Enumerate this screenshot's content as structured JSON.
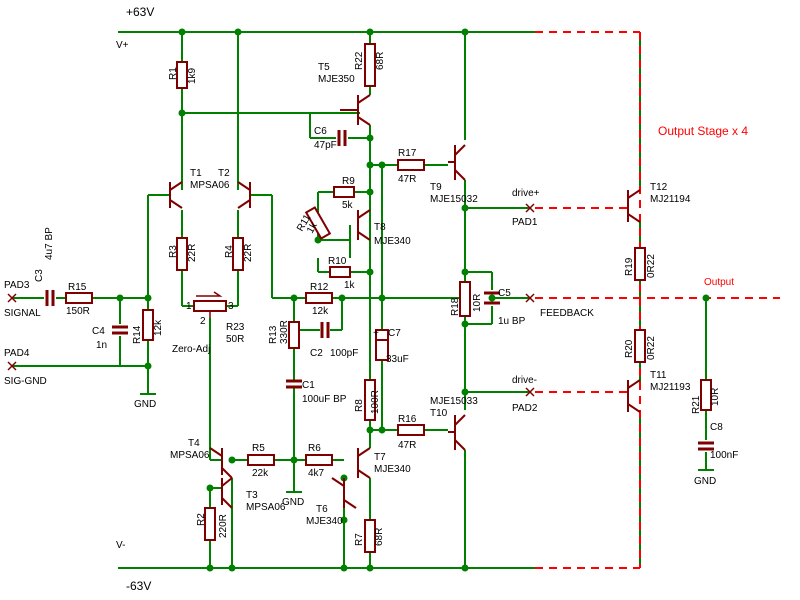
{
  "rails": {
    "positive": "+63V",
    "negative": "-63V",
    "v_plus": "V+",
    "v_minus": "V-"
  },
  "output_stage_title": "Output Stage  x 4",
  "output_label": "Output",
  "pads": {
    "pad3": "PAD3",
    "signal": "SIGNAL",
    "pad4": "PAD4",
    "sig_gnd": "SIG-GND",
    "pad1": "PAD1",
    "pad2": "PAD2",
    "drive_plus": "drive+",
    "drive_minus": "drive-",
    "feedback": "FEEDBACK",
    "zero_adj": "Zero-Adj"
  },
  "gnd": "GND",
  "components": {
    "r1": {
      "ref": "R1",
      "value": "1k9"
    },
    "r2": {
      "ref": "R2",
      "value": "220R"
    },
    "r3": {
      "ref": "R3",
      "value": "22R"
    },
    "r4": {
      "ref": "R4",
      "value": "22R"
    },
    "r5": {
      "ref": "R5",
      "value": "22k"
    },
    "r6": {
      "ref": "R6",
      "value": "4k7"
    },
    "r7": {
      "ref": "R7",
      "value": "68R"
    },
    "r8": {
      "ref": "R8",
      "value": "100R"
    },
    "r9": {
      "ref": "R9",
      "value": "5k"
    },
    "r10": {
      "ref": "R10",
      "value": "1k"
    },
    "r11": {
      "ref": "R11",
      "value": "1k"
    },
    "r12": {
      "ref": "R12",
      "value": "12k"
    },
    "r13": {
      "ref": "R13",
      "value": "330R"
    },
    "r14": {
      "ref": "R14",
      "value": "12k"
    },
    "r15": {
      "ref": "R15",
      "value": "150R"
    },
    "r16": {
      "ref": "R16",
      "value": "47R"
    },
    "r17": {
      "ref": "R17",
      "value": "47R"
    },
    "r18": {
      "ref": "R18",
      "value": "10R"
    },
    "r19": {
      "ref": "R19",
      "value": "0R22"
    },
    "r20": {
      "ref": "R20",
      "value": "0R22"
    },
    "r21": {
      "ref": "R21",
      "value": "10R"
    },
    "r22": {
      "ref": "R22",
      "value": "68R"
    },
    "r23": {
      "ref": "R23",
      "value": "50R"
    },
    "c1": {
      "ref": "C1",
      "value": "100uF BP"
    },
    "c2": {
      "ref": "C2",
      "value": "100pF"
    },
    "c3": {
      "ref": "C3",
      "value": "4u7 BP"
    },
    "c4": {
      "ref": "C4",
      "value": "1n"
    },
    "c5": {
      "ref": "C5",
      "value": "1u BP"
    },
    "c6": {
      "ref": "C6",
      "value": "47pF"
    },
    "c7": {
      "ref": "C7",
      "value": "33uF"
    },
    "c8": {
      "ref": "C8",
      "value": "100nF"
    },
    "t1": {
      "ref": "T1",
      "value": "MPSA06"
    },
    "t2": {
      "ref": "T2"
    },
    "t3": {
      "ref": "T3",
      "value": "MPSA06"
    },
    "t4": {
      "ref": "T4",
      "value": "MPSA06"
    },
    "t5": {
      "ref": "T5",
      "value": "MJE350"
    },
    "t6": {
      "ref": "T6",
      "value": "MJE340"
    },
    "t7": {
      "ref": "T7",
      "value": "MJE340"
    },
    "t8": {
      "ref": "T8",
      "value": "MJE340"
    },
    "t9": {
      "ref": "T9",
      "value": "MJE15032"
    },
    "t10": {
      "ref": "T10",
      "value": "MJE15033"
    },
    "t11": {
      "ref": "T11",
      "value": "MJ21193"
    },
    "t12": {
      "ref": "T12",
      "value": "MJ21194"
    }
  },
  "pot_pins": {
    "p1": "1",
    "p2": "2",
    "p3": "3"
  },
  "colors": {
    "wire": "#007f00",
    "component": "#7f0000",
    "text": "#000000",
    "dashed_output": "#ff0000",
    "junction": "#007f00"
  }
}
